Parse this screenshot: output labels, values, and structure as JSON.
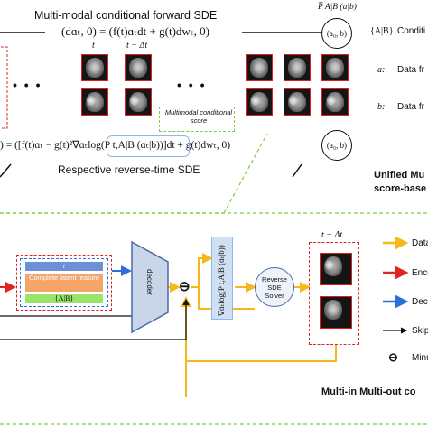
{
  "top": {
    "forward_title": "Multi-modal conditional forward SDE",
    "forward_equation": "(dɑₜ, 0) = (f(t)ɑₜdt + g(t)dwₜ, 0)",
    "p_label": "P̅ A|B (a|b)",
    "p_circle_label": "(a₀, b)",
    "t_label": "t",
    "t_minus_label": "t − Δt",
    "ellipsis_left": "•  •  •",
    "ellipsis_mid": "•  •  •",
    "score_note": "Multimodal conditional score",
    "reverse_equation": ") = ([f(t)ɑₜ − g(t)²∇ɑₜlog(P t,A|B (ɑₜ|b))]dt + g(t)dwₜ, 0)",
    "reverse_circle_label": "(a₀, b)",
    "reverse_title": "Respective reverse-time SDE"
  },
  "right_legend_top": {
    "ab_label": "{A|B}",
    "ab_desc": "Conditi",
    "a_label": "a:",
    "a_desc": "Data fr",
    "b_label": "b:",
    "b_desc": "Data fr",
    "unified_line1": "Unified Mu",
    "unified_line2": "score-base"
  },
  "bottom": {
    "latent_t": "t",
    "latent_feature": "Complete latent feature",
    "latent_ab": "{A|B}",
    "decoder_label": "decoder",
    "minus_symbol": "⊖",
    "score_vertical": "∇ɑₜlog(P t,A|B (ɑₜ|b))",
    "solver_label": "Reverse SDE Solver",
    "t_minus_label": "t − Δt",
    "caption": "Multi-in Multi-out co"
  },
  "legend_bottom": [
    {
      "label": "Data",
      "color": "#f5b81c"
    },
    {
      "label": "Enco",
      "color": "#e02424"
    },
    {
      "label": "Deco",
      "color": "#2c6fdc"
    },
    {
      "label": "Skip",
      "color": "#111111"
    },
    {
      "label": "Minu",
      "color": "#111111"
    }
  ],
  "colors": {
    "yellow": "#f5b81c",
    "red": "#e02424",
    "blue": "#2c6fdc",
    "green_dash": "#7ccf3a",
    "latent_blue": "#6d8fd6",
    "latent_orange": "#f5a46a",
    "latent_green": "#9be36a",
    "score_box": "#cfe0f5"
  }
}
